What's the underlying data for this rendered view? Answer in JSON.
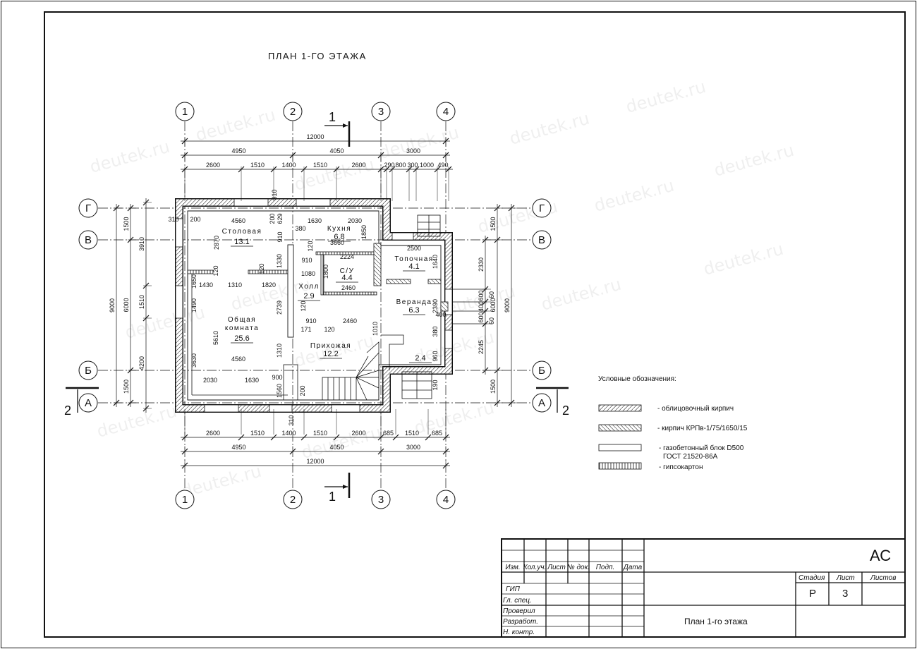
{
  "drawing": {
    "title": "ПЛАН 1-ГО ЭТАЖА",
    "axes_vertical": [
      "1",
      "2",
      "3",
      "4"
    ],
    "axes_horizontal": [
      "Г",
      "В",
      "Б",
      "А"
    ],
    "section_1": "1",
    "section_2": "2",
    "watermark": "deutek.ru"
  },
  "rooms": [
    {
      "name": "Столовая",
      "area": "13.1"
    },
    {
      "name": "Кухня",
      "area": "6.8"
    },
    {
      "name": "С/У",
      "area": "4.4"
    },
    {
      "name": "Холл",
      "area": "2.9"
    },
    {
      "name": "Общая",
      "name2": "комната",
      "area": "25.6"
    },
    {
      "name": "Прихожая",
      "area": "12.2"
    },
    {
      "name": "Топочная",
      "area": "4.1"
    },
    {
      "name": "Веранда",
      "area": "6.3"
    },
    {
      "name": "",
      "area": "2.4"
    }
  ],
  "dimensions": {
    "top_overall": "12000",
    "top_axes": [
      "4950",
      "4050",
      "3000"
    ],
    "top_detail": [
      "2600",
      "1510",
      "1400",
      "1510",
      "2600"
    ],
    "top_veranda": [
      "290",
      "800",
      "300",
      "1000",
      "490"
    ],
    "bottom_detail": [
      "2600",
      "1510",
      "1400",
      "1510",
      "2600",
      "685",
      "1510",
      "685"
    ],
    "bottom_axes": [
      "4950",
      "4050",
      "3000"
    ],
    "bottom_overall": "12000",
    "left_outer": "9000",
    "left_axes": [
      "1500",
      "6000",
      "1500"
    ],
    "left_detail": [
      "3910",
      "1510",
      "4200"
    ],
    "right_detail": [
      "1500",
      "2330",
      "600",
      "60",
      "400",
      "60",
      "600",
      "2245",
      "1500"
    ],
    "right_axes": [
      "6000"
    ],
    "right_outer": "9000",
    "interior": [
      "310",
      "200",
      "4560",
      "200",
      "629",
      "310",
      "1630",
      "2030",
      "380",
      "910",
      "2870",
      "3660",
      "1850",
      "120",
      "120",
      "120",
      "1330",
      "910",
      "2224",
      "1080",
      "1800",
      "1430",
      "1310",
      "1820",
      "1650",
      "2460",
      "1490",
      "2739",
      "120",
      "910",
      "171",
      "120",
      "2460",
      "1010",
      "5610",
      "1310",
      "4560",
      "3630",
      "2030",
      "1630",
      "900",
      "1560",
      "200",
      "310",
      "2500",
      "1640",
      "2390",
      "400",
      "380",
      "960",
      "190"
    ]
  },
  "legend": {
    "title": "Условные обозначения:",
    "items": [
      "- облицовочный кирпич",
      "- кирпич КРПв-1/75/1650/15",
      "- газобетонный блок D500",
      "ГОСТ 21520-86А",
      "- гипсокартон"
    ]
  },
  "title_block": {
    "code": "АС",
    "headers": [
      "Изм.",
      "Кол.уч.",
      "Лист",
      "№ док.",
      "Подп.",
      "Дата"
    ],
    "roles": [
      "ГИП",
      "Гл. спец.",
      "Проверил",
      "Разработ.",
      "Н. контр."
    ],
    "stage_label": "Стадия",
    "sheet_label": "Лист",
    "sheets_label": "Листов",
    "stage": "Р",
    "sheet": "3",
    "sheet_title": "План 1-го этажа"
  }
}
